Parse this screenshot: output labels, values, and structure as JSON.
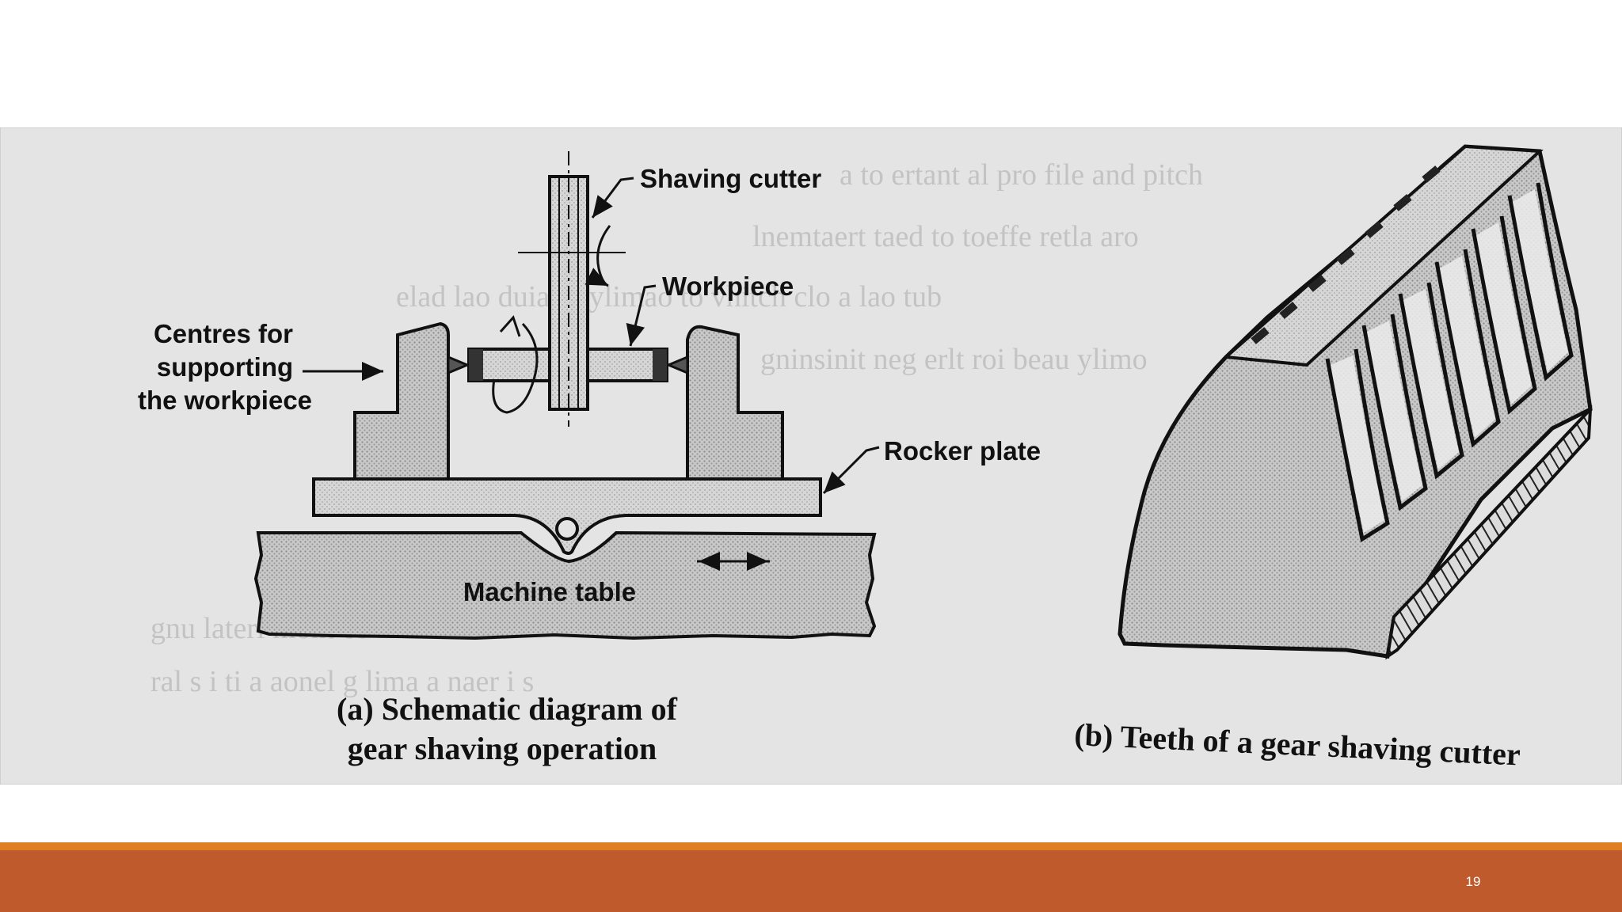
{
  "slide": {
    "page_number": "19",
    "colors": {
      "footer_band": "#bf5a2c",
      "footer_stripe": "#e07e22",
      "figure_background": "#e4e4e4"
    }
  },
  "figure_a": {
    "labels": {
      "shaving_cutter": "Shaving cutter",
      "workpiece": "Workpiece",
      "centres_line1": "Centres for",
      "centres_line2": "supporting",
      "centres_line3": "the workpiece",
      "rocker_plate": "Rocker plate",
      "machine_table": "Machine table"
    },
    "caption_line1": "(a) Schematic diagram of",
    "caption_line2": "gear shaving operation"
  },
  "figure_b": {
    "caption": "(b) Teeth of a gear shaving cutter"
  }
}
